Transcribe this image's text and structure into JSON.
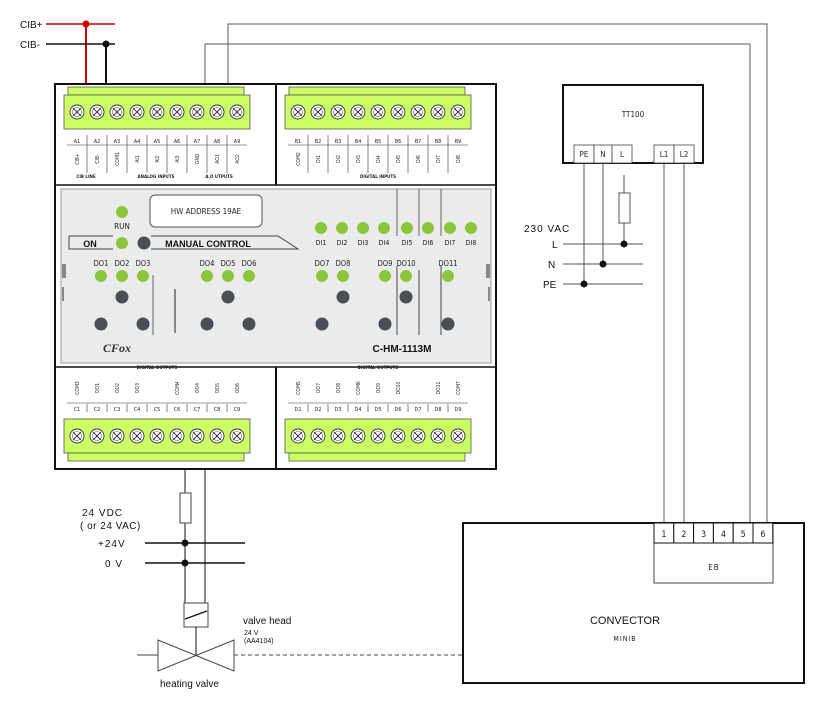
{
  "colors": {
    "terminal_green": "#ccff66",
    "led_green": "#8cc63f",
    "led_off": "#4a4f55",
    "panel_bg": "#ebebeb",
    "bus_plus": "#cc0000",
    "wire": "#111111",
    "wire_grey": "#777777"
  },
  "bus": {
    "plus_label": "CIB+",
    "minus_label": "CIB-"
  },
  "module": {
    "model": "C-HM-1113M",
    "brand": "CFox",
    "hw_address": "HW ADDRESS 19AE",
    "run_label": "RUN",
    "on_label": "ON",
    "manual_label": "MANUAL CONTROL",
    "top_left_block": {
      "terminals": [
        "A1",
        "A2",
        "A3",
        "A4",
        "A5",
        "A6",
        "A7",
        "A8",
        "A9"
      ],
      "signals": [
        "CIB+",
        "CIB-",
        "COM1",
        "AI1",
        "AI2",
        "AI3",
        "GND",
        "AO1",
        "AO2"
      ],
      "groups": [
        "CIB LINE",
        "ANALOG INPUTS",
        "A.O UTPUTS"
      ]
    },
    "top_right_block": {
      "terminals": [
        "B1",
        "B2",
        "B3",
        "B4",
        "B5",
        "B6",
        "B7",
        "B8",
        "B9"
      ],
      "signals": [
        "COM2",
        "DI1",
        "DI2",
        "DI3",
        "DI4",
        "DI5",
        "DI6",
        "DI7",
        "DI8"
      ],
      "groups": [
        "DIGITAL INPUTS"
      ]
    },
    "bottom_left_block": {
      "terminals": [
        "C1",
        "C2",
        "C3",
        "C4",
        "C5",
        "C6",
        "C7",
        "C8",
        "C9"
      ],
      "signals": [
        "COM3",
        "DO1",
        "DO2",
        "DO3",
        "",
        "COM4",
        "DO4",
        "DO5",
        "DO6"
      ],
      "groups": [
        "DIGITAL OUTPUTS"
      ]
    },
    "bottom_right_block": {
      "terminals": [
        "D1",
        "D2",
        "D3",
        "D4",
        "D5",
        "D6",
        "D7",
        "D8",
        "D9"
      ],
      "signals": [
        "COM5",
        "DO7",
        "DO8",
        "COM6",
        "DO9",
        "DO10",
        "",
        "DO11",
        "COM7"
      ],
      "groups": [
        "DIGITAL OUTPUTS"
      ]
    },
    "do_leds": [
      "DO1",
      "DO2",
      "DO3",
      "DO4",
      "DO5",
      "DO6",
      "DO7",
      "DO8",
      "DO9",
      "DO10",
      "DO11"
    ],
    "di_leds": [
      "DI1",
      "DI2",
      "DI3",
      "DI4",
      "DI5",
      "DI6",
      "DI7",
      "DI8"
    ]
  },
  "thermostat": {
    "name": "TT100",
    "terminals": [
      "PE",
      "N",
      "L",
      "L1",
      "L2"
    ]
  },
  "mains": {
    "title": "230 VAC",
    "lines": [
      "L",
      "N",
      "PE"
    ]
  },
  "low_voltage": {
    "title_line1": "24 VDC",
    "title_line2": "( or 24 VAC)",
    "lines": [
      "+24V",
      "0 V"
    ]
  },
  "valve": {
    "head_label": "valve head",
    "head_voltage": "24 V",
    "head_code": "(AA4104)",
    "valve_label": "heating valve"
  },
  "convector": {
    "name": "CONVECTOR",
    "model": "MINIB",
    "eb_label": "EB",
    "eb_terminals": [
      "1",
      "2",
      "3",
      "4",
      "5",
      "6"
    ]
  }
}
